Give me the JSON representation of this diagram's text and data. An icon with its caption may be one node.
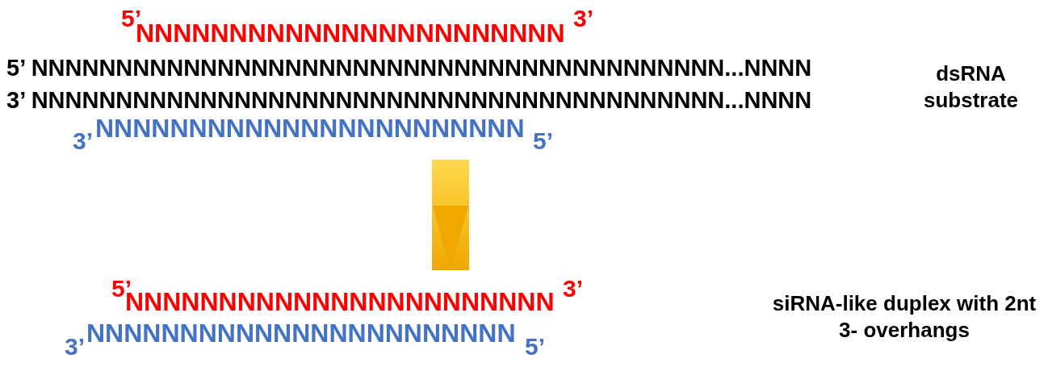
{
  "diagram": {
    "nodes": [
      {
        "text": [
          "5’",
          "NNNNNNNNNNNNNNNNNNNNNNN",
          "3’",
          "5’ NNNNNNNNNNNNNNNNNNNNNNNNNNNNNNNNNNNNNNNNN...NNNN",
          "3’ NNNNNNNNNNNNNNNNNNNNNNNNNNNNNNNNNNNNNNNNN...NNNN",
          "3’",
          "NNNNNNNNNNNNNNNNNNNNNNN",
          "5’"
        ],
        "beside": [
          "dsRNA substrate"
        ]
      },
      {
        "text": [
          "5’",
          "NNNNNNNNNNNNNNNNNNNNNNN",
          "3’",
          "3’",
          "NNNNNNNNNNNNNNNNNNNNNNN",
          "5’"
        ],
        "beside": [
          "siRNA-like duplex with 2nt 3- overhangs"
        ]
      }
    ],
    "edges": [
      {
        "from": 0,
        "to": 1,
        "arrow": "to"
      }
    ]
  }
}
